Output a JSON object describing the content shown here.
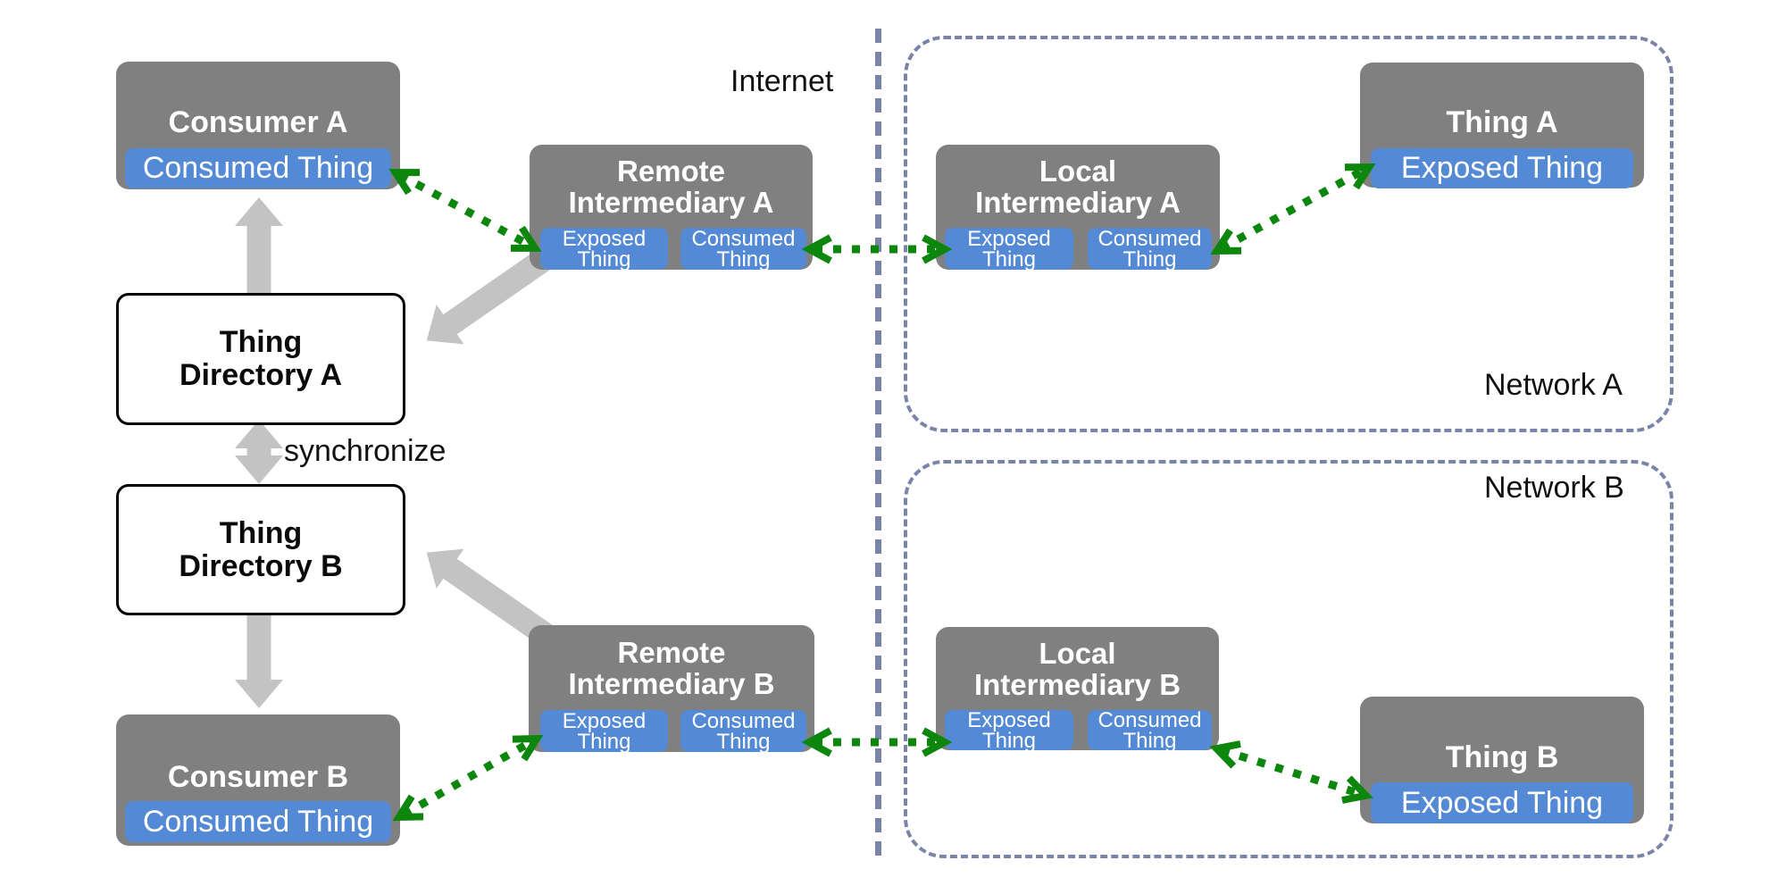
{
  "labels": {
    "internet": "Internet",
    "synchronize": "synchronize",
    "network_a": "Network A",
    "network_b": "Network B"
  },
  "nodes": {
    "consumer_a": {
      "title": "Consumer A",
      "pill": "Consumed Thing"
    },
    "consumer_b": {
      "title": "Consumer B",
      "pill": "Consumed Thing"
    },
    "thing_a": {
      "title": "Thing A",
      "pill": "Exposed Thing"
    },
    "thing_b": {
      "title": "Thing B",
      "pill": "Exposed Thing"
    },
    "remote_intermediary_a": {
      "line1": "Remote",
      "line2": "Intermediary A"
    },
    "remote_intermediary_b": {
      "line1": "Remote",
      "line2": "Intermediary B"
    },
    "local_intermediary_a": {
      "line1": "Local",
      "line2": "Intermediary A"
    },
    "local_intermediary_b": {
      "line1": "Local",
      "line2": "Intermediary B"
    },
    "thing_directory_a": {
      "line1": "Thing",
      "line2": "Directory A"
    },
    "thing_directory_b": {
      "line1": "Thing",
      "line2": "Directory B"
    }
  },
  "pill_words": {
    "exposed": "Exposed",
    "consumed": "Consumed",
    "thing": "Thing"
  },
  "arrows": [
    {
      "style": "green-dotted-double",
      "from": "consumer_a.consumed_thing",
      "to": "remote_intermediary_a.exposed_thing"
    },
    {
      "style": "green-dotted-double",
      "from": "remote_intermediary_a.consumed_thing",
      "to": "local_intermediary_a.exposed_thing"
    },
    {
      "style": "green-dotted-double",
      "from": "local_intermediary_a.consumed_thing",
      "to": "thing_a.exposed_thing"
    },
    {
      "style": "green-dotted-double",
      "from": "consumer_b.consumed_thing",
      "to": "remote_intermediary_b.exposed_thing"
    },
    {
      "style": "green-dotted-double",
      "from": "remote_intermediary_b.consumed_thing",
      "to": "local_intermediary_b.exposed_thing"
    },
    {
      "style": "green-dotted-double",
      "from": "local_intermediary_b.consumed_thing",
      "to": "thing_b.exposed_thing"
    },
    {
      "style": "gray-solid",
      "from": "thing_directory_a",
      "to": "consumer_a"
    },
    {
      "style": "gray-solid",
      "from": "remote_intermediary_a",
      "to": "thing_directory_a"
    },
    {
      "style": "gray-solid-double",
      "from": "thing_directory_a",
      "to": "thing_directory_b",
      "label": "synchronize"
    },
    {
      "style": "gray-solid",
      "from": "thing_directory_b",
      "to": "consumer_b"
    },
    {
      "style": "gray-solid",
      "from": "remote_intermediary_b",
      "to": "thing_directory_b"
    }
  ],
  "colors": {
    "box_gray": "#808080",
    "pill_blue": "#548ad5",
    "arrow_gray": "#c3c3c3",
    "green": "#0d860d",
    "dash_slate": "#7a84a8"
  }
}
